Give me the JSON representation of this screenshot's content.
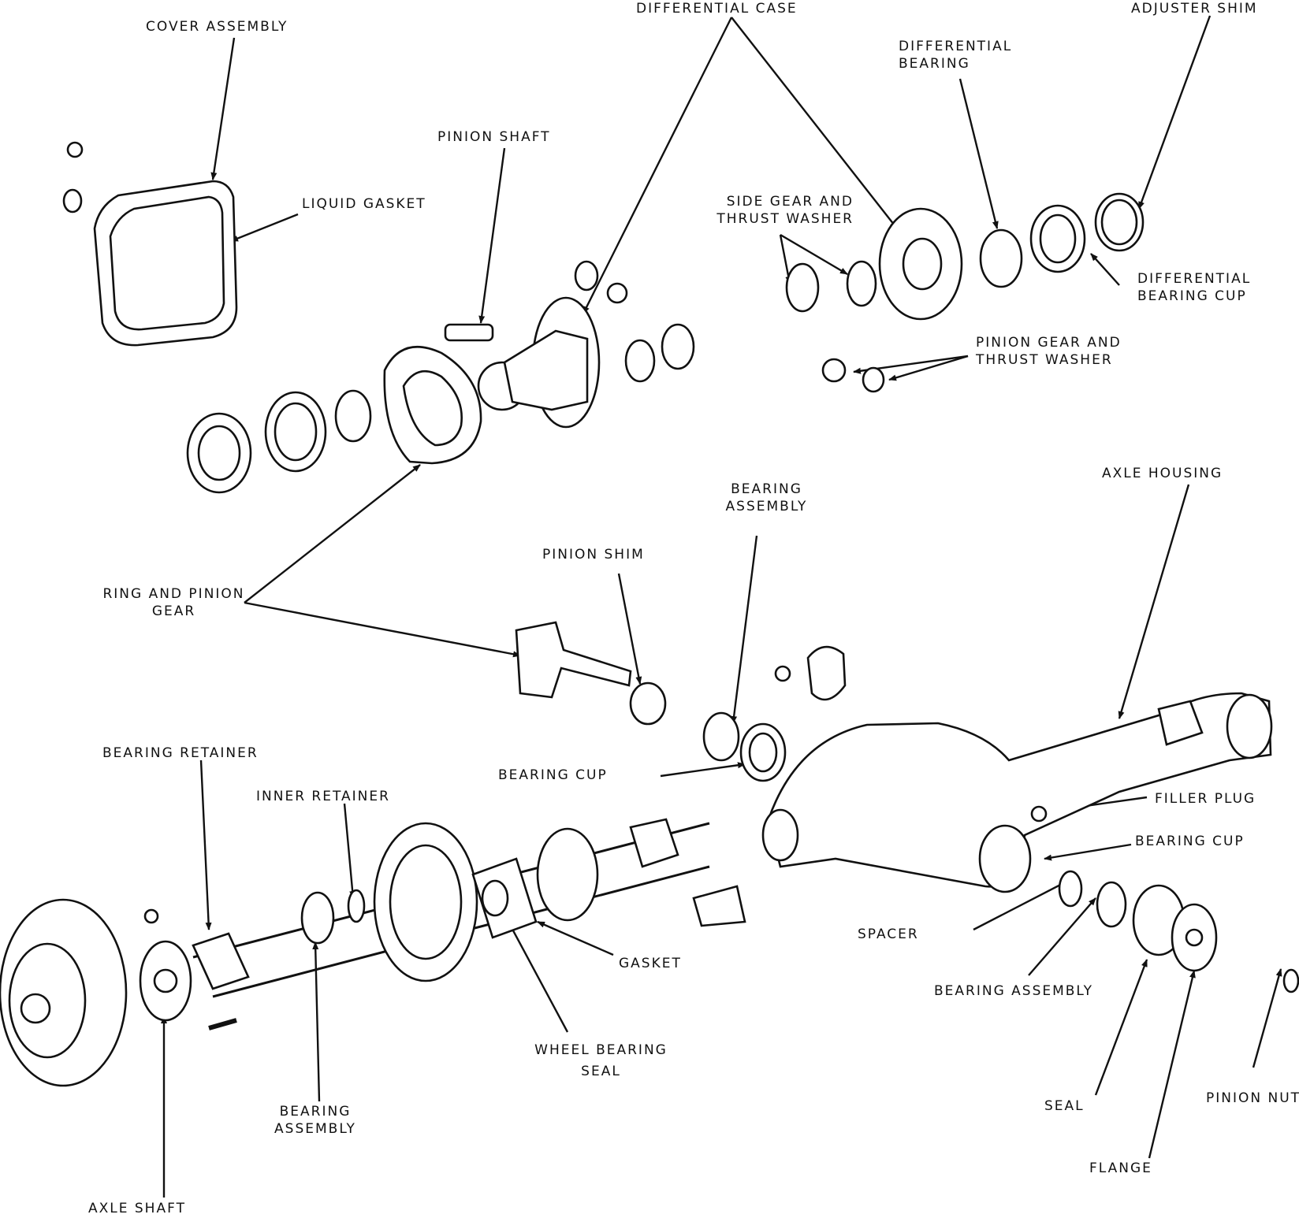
{
  "labels": {
    "differential_case": "DIFFERENTIAL CASE",
    "adjuster_shim": "ADJUSTER SHIM",
    "cover_assembly": "COVER ASSEMBLY",
    "differential_bearing": "DIFFERENTIAL BEARING",
    "pinion_shaft": "PINION SHAFT",
    "liquid_gasket": "LIQUID GASKET",
    "side_gear_thrust_washer": "SIDE GEAR AND THRUST WASHER",
    "differential_bearing_cup": "DIFFERENTIAL BEARING CUP",
    "pinion_gear_thrust_washer": "PINION GEAR AND THRUST WASHER",
    "bearing_assembly_top": "BEARING ASSEMBLY",
    "axle_housing": "AXLE HOUSING",
    "pinion_shim": "PINION SHIM",
    "ring_and_pinion_gear": "RING AND PINION GEAR",
    "bearing_retainer": "BEARING RETAINER",
    "bearing_cup_left": "BEARING CUP",
    "inner_retainer": "INNER RETAINER",
    "filler_plug": "FILLER PLUG",
    "bearing_cup_right": "BEARING CUP",
    "spacer": "SPACER",
    "gasket": "GASKET",
    "bearing_assembly_right": "BEARING ASSEMBLY",
    "wheel_bearing_seal": "WHEEL BEARING SEAL",
    "bearing_assembly_bottom": "BEARING ASSEMBLY",
    "seal": "SEAL",
    "pinion_nut": "PINION NUT",
    "flange": "FLANGE",
    "axle_shaft": "AXLE SHAFT"
  }
}
